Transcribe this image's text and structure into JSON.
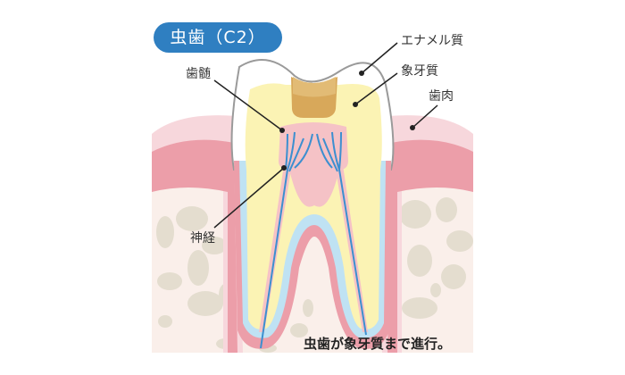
{
  "title": "虫歯（C2）",
  "labels": {
    "enamel": "エナメル質",
    "dentin": "象牙質",
    "gum": "歯肉",
    "pulp": "歯髄",
    "nerve": "神経"
  },
  "caption": "虫歯が象牙質まで進行。",
  "colors": {
    "title_bg": "#2f7fc1",
    "enamel": "#ffffff",
    "enamel_outline": "#9a9a9a",
    "dentin": "#fbf3b4",
    "decay": "#d8a85a",
    "pulp": "#f5c2c6",
    "nerve": "#3c8fd0",
    "cementum": "#bfe2f3",
    "gum_outer": "#f7d7dc",
    "gum_inner": "#ec9ea9",
    "bone": "#faefea",
    "bone_spots": "#e4ddcf"
  }
}
